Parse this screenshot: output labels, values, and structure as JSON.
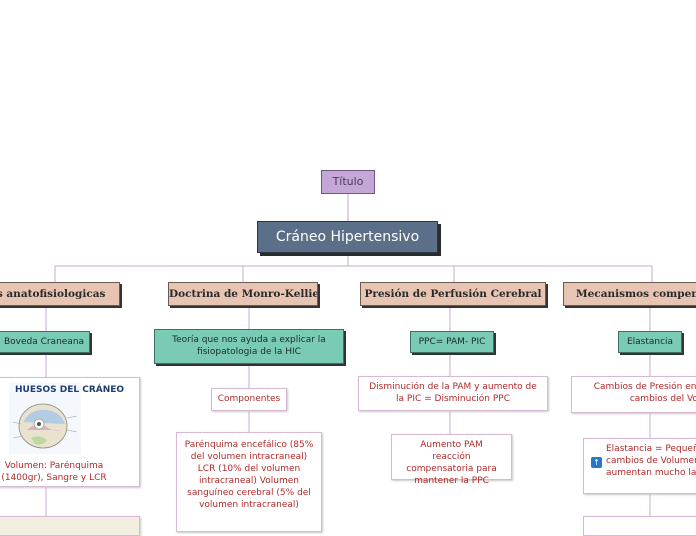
{
  "title_node": "Título",
  "root_node": "Cráneo Hipertensivo",
  "categories": [
    {
      "label": "Bases anatofisiologicas"
    },
    {
      "label": "Doctrina de Monro-Kellie"
    },
    {
      "label": "Presión de Perfusión Cerebral"
    },
    {
      "label": "Mecanismos compensatorios"
    }
  ],
  "col1": {
    "teal": "Boveda Craneana",
    "image_title": "HUESOS DEL CRÁNEO",
    "text": "Volumen: Parénquima (1400gr), Sangre y LCR"
  },
  "col2": {
    "teal": "Teoría que nos ayuda a explicar la fisiopatologia de la HIC",
    "components": "Componentes",
    "detail": "Parénquima encefálico (85% del volumen intracraneal) LCR (10% del volumen intracraneal) Volumen sanguíneo cerebral (5% del volumen intracraneal)"
  },
  "col3": {
    "teal": "PPC= PAM- PIC",
    "box1": "Disminución de la PAM y aumento de la PIC = Disminución PPC",
    "box2": "Aumento PAM reacción compensatoria para mantener la PPC"
  },
  "col4": {
    "teal": "Elastancia",
    "box1": "Cambios de Presión en función de los cambios del Volumen",
    "box2": "Elastancia = Pequeños cambios de Volumen aumentan mucho la PIC",
    "info_icon": "info-icon"
  },
  "colors": {
    "title_fill": "#c4a7d6",
    "root_fill": "#5c6f88",
    "category_fill": "#e8c5b2",
    "teal_fill": "#79cbb6",
    "detail_text": "#b02a2a",
    "connector": "#c9a9cf"
  }
}
